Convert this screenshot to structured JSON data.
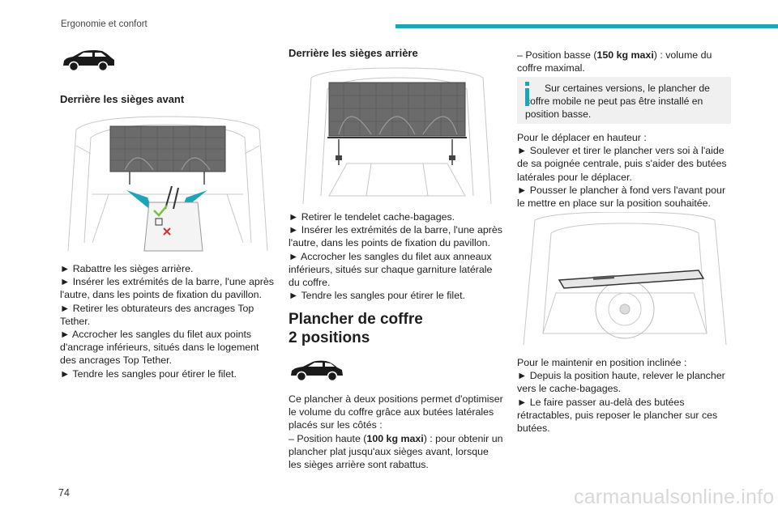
{
  "header": {
    "title": "Ergonomie et confort",
    "accent_color": "#1aa6b7"
  },
  "col1": {
    "icon": "car-suv-icon",
    "heading": "Derrière les sièges avant",
    "steps": [
      "► Rabattre les sièges arrière.",
      "► Insérer les extrémités de la barre, l'une après l'autre, dans les points de fixation du pavillon.",
      "► Retirer les obturateurs des ancrages Top Tether.",
      "► Accrocher les sangles du filet aux points d'ancrage inférieurs, situés dans le logement des ancrages Top Tether.",
      "► Tendre les sangles pour étirer le filet."
    ]
  },
  "col2": {
    "heading": "Derrière les sièges arrière",
    "steps": [
      "► Retirer le tendelet cache-bagages.",
      "► Insérer les extrémités de la barre, l'une après l'autre, dans les points de fixation du pavillon.",
      "► Accrocher les sangles du filet aux anneaux inférieurs, situés sur chaque garniture latérale du coffre.",
      "► Tendre les sangles pour étirer le filet."
    ],
    "section_title_line1": "Plancher de coffre",
    "section_title_line2": "2 positions",
    "icon": "car-coupe-icon",
    "intro": "Ce plancher à deux positions permet d'optimiser le volume du coffre grâce aux butées latérales placés sur les côtés :",
    "high_prefix": "– Position haute (",
    "high_bold": "100 kg maxi",
    "high_suffix": ") : pour obtenir un plancher plat jusqu'aux sièges avant, lorsque les sièges arrière sont rabattus."
  },
  "col3": {
    "low_prefix": "– Position basse (",
    "low_bold": "150 kg maxi",
    "low_suffix": ") : volume du coffre maximal.",
    "note": "Sur certaines versions, le plancher de coffre mobile ne peut pas être installé en position basse.",
    "move_title": "Pour le déplacer en hauteur :",
    "move_steps": [
      "► Soulever et tirer le plancher vers soi à l'aide de sa poignée centrale, puis s'aider des butées latérales pour le déplacer.",
      "► Pousser le plancher à fond vers l'avant pour le mettre en place sur la position souhaitée."
    ],
    "incline_title": "Pour le maintenir en position inclinée :",
    "incline_steps": [
      "► Depuis la position haute, relever le plancher vers le cache-bagages.",
      "► Le faire passer au-delà des butées rétractables, puis reposer le plancher sur ces butées."
    ]
  },
  "footer": {
    "page_number": "74",
    "watermark": "carmanualsonline.info"
  }
}
